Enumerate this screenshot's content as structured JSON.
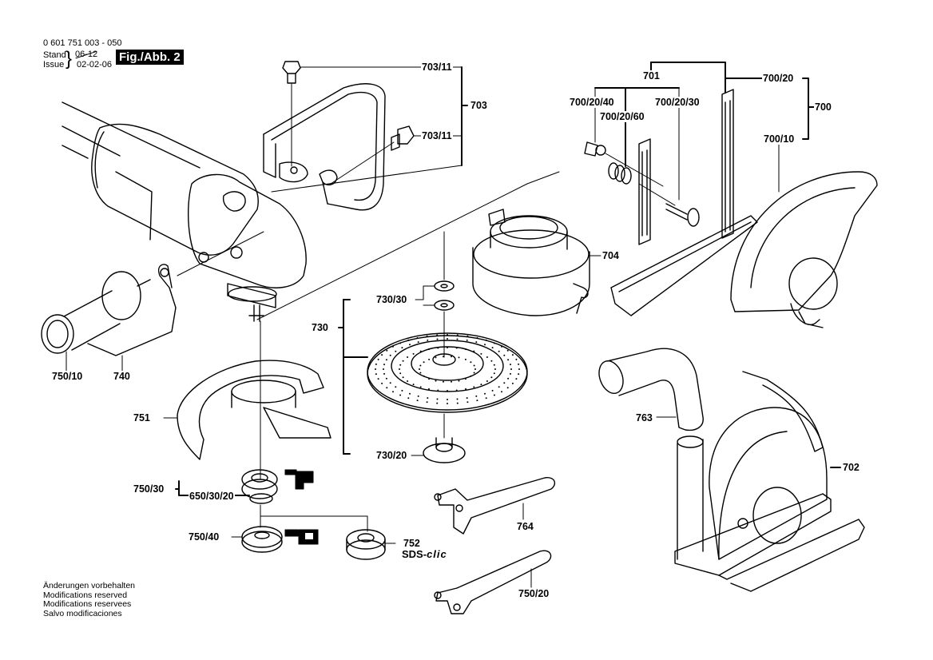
{
  "header": {
    "part_number": "0 601 751 003 - 050",
    "stand_label": "Stand",
    "issue_label": "Issue",
    "old_date_crossed": "06-12",
    "issue_date": "02-02-06",
    "figure_label": "Fig./Abb. 2"
  },
  "footer_notes": [
    "Änderungen vorbehalten",
    "Modifications reserved",
    "Modifications reservees",
    "Salvo modificaciones"
  ],
  "part_labels": {
    "p703_11_top": "703/11",
    "p703": "703",
    "p703_11_bottom": "703/11",
    "p701": "701",
    "p700_20": "700/20",
    "p700_20_40": "700/20/40",
    "p700_20_60": "700/20/60",
    "p700_20_30": "700/20/30",
    "p700": "700",
    "p700_10": "700/10",
    "p704": "704",
    "p730_30": "730/30",
    "p730": "730",
    "p730_20": "730/20",
    "p750_10": "750/10",
    "p740": "740",
    "p751": "751",
    "p750_30": "750/30",
    "p650_30_20": "650/30/20",
    "p750_40": "750/40",
    "p752": "752",
    "p764": "764",
    "p750_20": "750/20",
    "p763": "763",
    "p702": "702"
  },
  "sds_clic": {
    "prefix": "SDS-",
    "suffix": "clic"
  }
}
